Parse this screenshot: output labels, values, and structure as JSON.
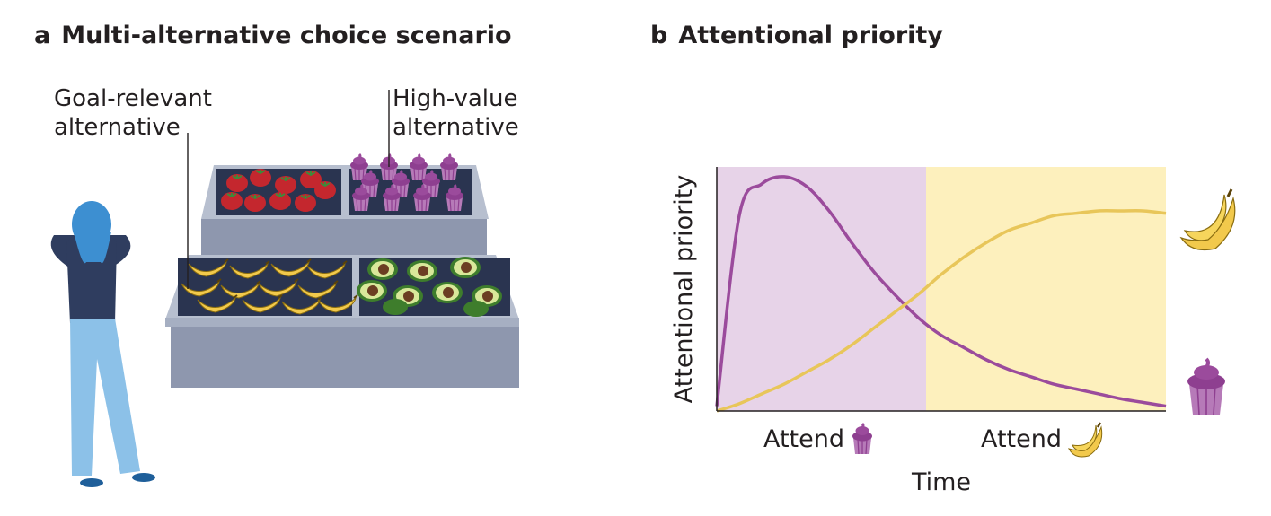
{
  "panels": {
    "a": {
      "letter": "a",
      "title": "Multi-alternative choice scenario"
    },
    "b": {
      "letter": "b",
      "title": "Attentional priority"
    }
  },
  "callouts": {
    "goal_line1": "Goal-relevant",
    "goal_line2": "alternative",
    "high_line1": "High-value",
    "high_line2": "alternative"
  },
  "chart_data": {
    "type": "line",
    "title": "Attentional priority",
    "xlabel": "Time",
    "ylabel": "Attentional priority",
    "x_phases": [
      {
        "label": "Attend",
        "icon": "cupcake-icon",
        "color": "#e7d3e8"
      },
      {
        "label": "Attend",
        "icon": "banana-icon",
        "color": "#fdf0bd"
      }
    ],
    "x": [
      0,
      0.05,
      0.1,
      0.15,
      0.2,
      0.25,
      0.3,
      0.35,
      0.4,
      0.45,
      0.5,
      0.55,
      0.6,
      0.65,
      0.7,
      0.75,
      0.8,
      0.85,
      0.9,
      0.95,
      1.0
    ],
    "series": [
      {
        "icon": "cupcake-icon",
        "color": "#9b4b9c",
        "values": [
          0.02,
          0.8,
          0.93,
          0.96,
          0.92,
          0.82,
          0.69,
          0.57,
          0.47,
          0.38,
          0.31,
          0.26,
          0.21,
          0.17,
          0.14,
          0.11,
          0.09,
          0.07,
          0.05,
          0.035,
          0.02
        ]
      },
      {
        "icon": "banana-icon",
        "color": "#e8c65a",
        "values": [
          0.0,
          0.03,
          0.07,
          0.11,
          0.16,
          0.21,
          0.27,
          0.34,
          0.41,
          0.48,
          0.56,
          0.63,
          0.69,
          0.74,
          0.77,
          0.8,
          0.81,
          0.82,
          0.82,
          0.82,
          0.81
        ]
      }
    ],
    "ylim": [
      0,
      1
    ],
    "xlim": [
      0,
      1
    ],
    "grid": false
  },
  "colors": {
    "cupcake": "#9b4b9c",
    "banana": "#e8c65a",
    "attend_cupcake_bg": "#e7d3e8",
    "attend_banana_bg": "#fdf0bd",
    "stall": "#8e97ae",
    "stall_top": "#b7bfcf",
    "crate": "#2a3450",
    "person_top": "#2f3d5f",
    "person_pants": "#8cc1e8",
    "person_hair": "#3d8fd1"
  }
}
